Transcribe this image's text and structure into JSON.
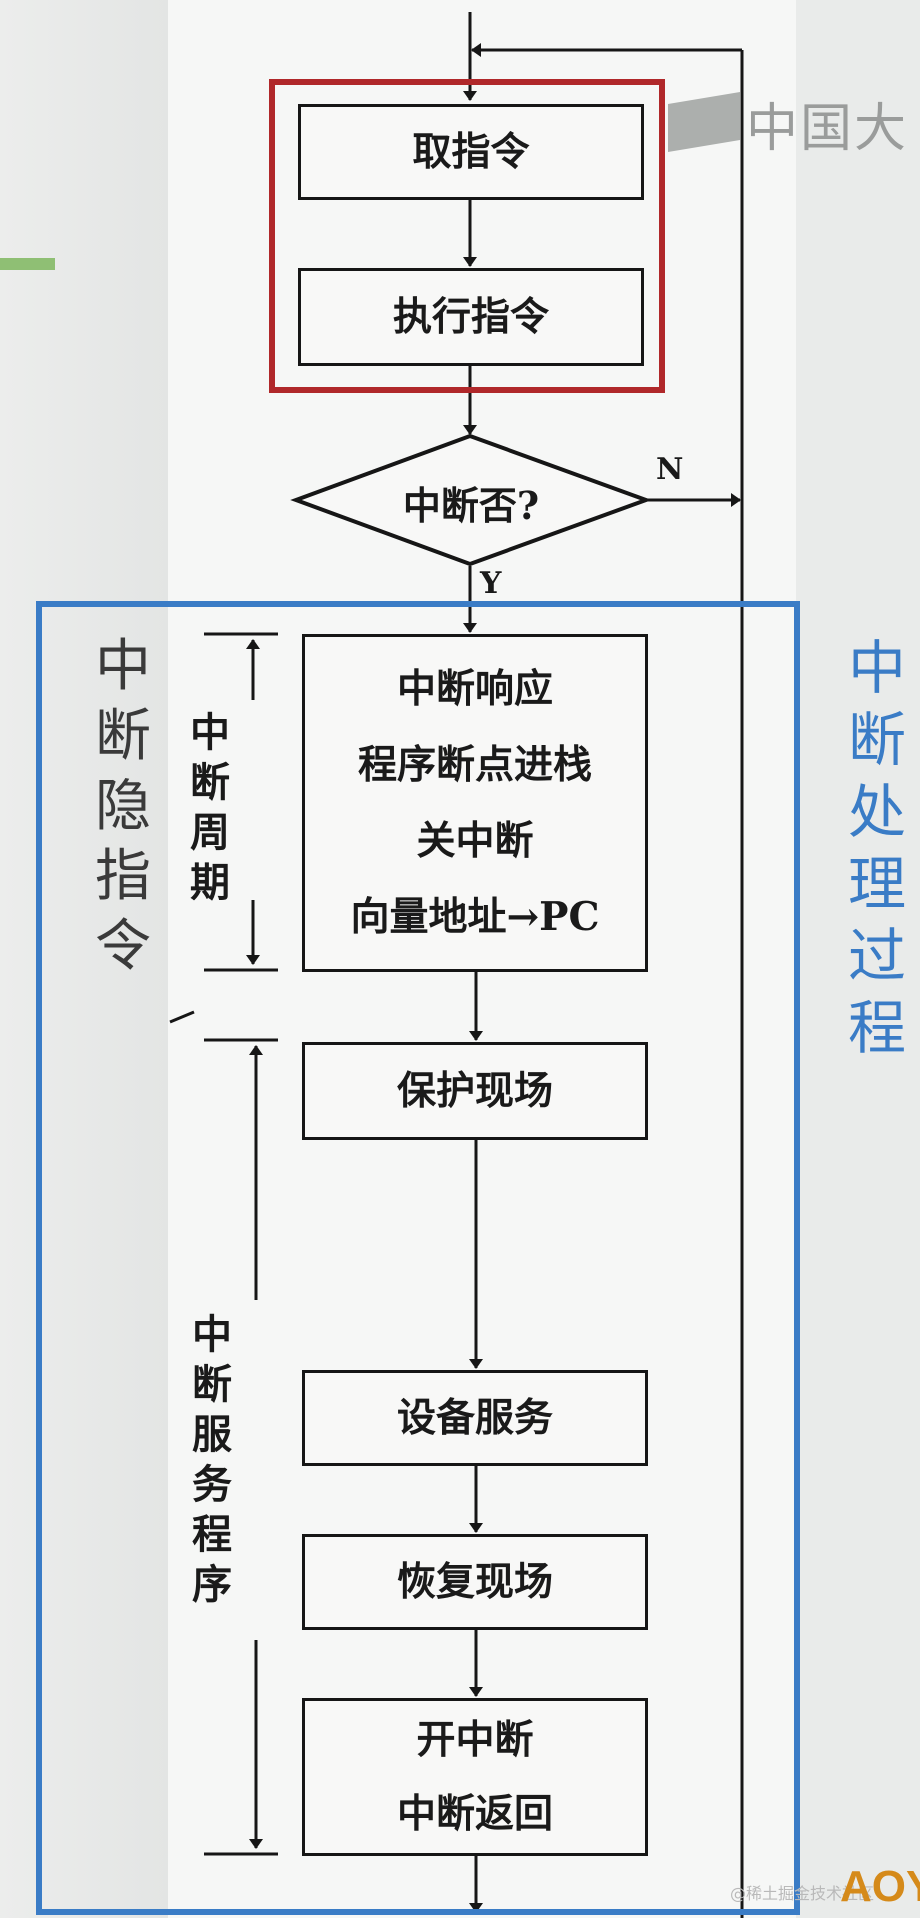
{
  "diagram": {
    "fetch_instruction": "取指令",
    "execute_instruction": "执行指令",
    "decision": "中断否?",
    "branch_no": "N",
    "branch_yes": "Y",
    "interrupt_response": [
      "中断响应",
      "程序断点进栈",
      "关中断",
      "向量地址→PC"
    ],
    "save_context": "保护现场",
    "device_service": "设备服务",
    "restore_context": "恢复现场",
    "final_steps": [
      "开中断",
      "中断返回"
    ],
    "label_interrupt_cycle": [
      "中",
      "断",
      "周",
      "期"
    ],
    "label_interrupt_service": [
      "中",
      "断",
      "服",
      "务",
      "程",
      "序"
    ],
    "label_hidden_instruction": [
      "中",
      "断",
      "隐",
      "指",
      "令"
    ],
    "label_interrupt_process": [
      "中",
      "断",
      "处",
      "理",
      "过",
      "程"
    ]
  },
  "overlay": {
    "logo_text": "中国大",
    "watermark": "@稀土掘金技术社区",
    "watermark_brand": "AOY"
  },
  "colors": {
    "red_highlight": "#b0282a",
    "blue_highlight": "#3a7cc6",
    "line_color": "#161616"
  }
}
